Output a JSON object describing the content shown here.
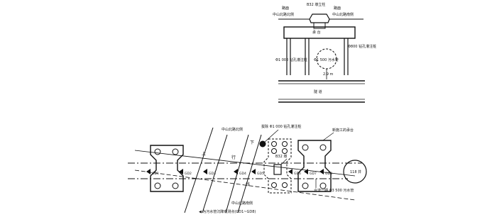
{
  "section": {
    "label_road_left": "路面",
    "label_road_right": "路面",
    "label_north_side": "中山北路北侧",
    "label_south_side": "中山北路南侧",
    "label_column": "B32 墩立柱",
    "label_cap": "承 台",
    "label_pile_800": "Φ800 钻孔灌注桩",
    "label_pile_1000": "Φ1 000 钻孔灌注桩",
    "label_sewer_500": "Φ1 500 污水管",
    "label_depth": "2.9 m",
    "label_tunnel": "隧 道"
  },
  "plan": {
    "label_north_side": "中山北路北侧",
    "label_south_side": "中山北路南侧",
    "label_removed_pile": "拔除 Φ1 000 钻孔灌注桩",
    "label_new_cap": "新施工的承台",
    "label_b32": "B32 墩",
    "label_sewer": "合流一期 Φ3 500 污水管",
    "label_caisson": "118 井",
    "label_upline": "上",
    "label_line_mid": "行",
    "label_downline": "下",
    "label_line_mid2": "线",
    "gd_points": [
      "GD1",
      "GD2",
      "GD3",
      "GD4",
      "GD5",
      "GD6",
      "GD7",
      "GD8"
    ],
    "legend": "◀ 为污水管沉降观测点(GD1~GD8)"
  }
}
